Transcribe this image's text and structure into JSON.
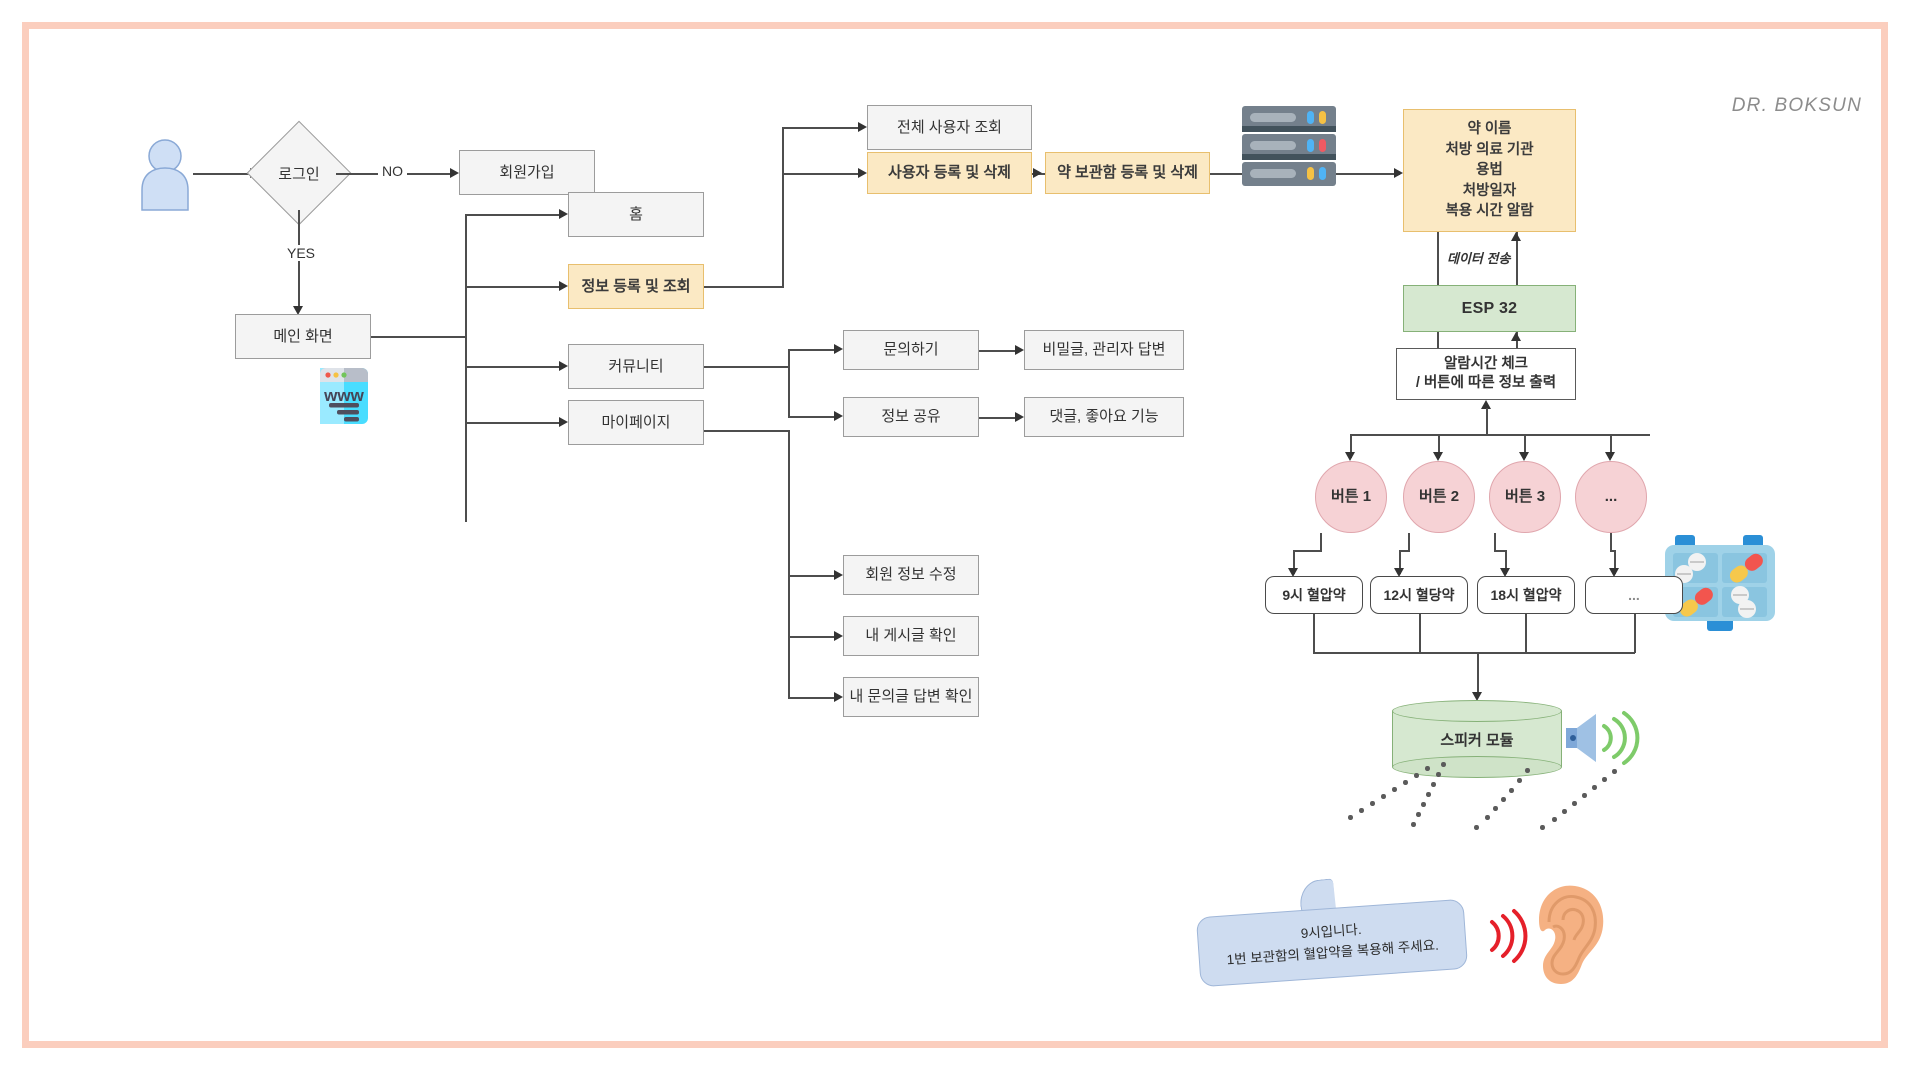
{
  "page": {
    "title": "DR. BOKSUN",
    "frame_color": "#fbcebe"
  },
  "colors": {
    "highlight_fill": "#fbe9c4",
    "highlight_border": "#e8bf6e",
    "node_fill": "#f4f4f4",
    "node_border": "#9c9c9c",
    "green_fill": "#d6e8d0",
    "green_border": "#86b178",
    "pink_fill": "#f6d2d5",
    "pink_border": "#e0a6ad",
    "bubble_fill": "#cedcf0"
  },
  "icons": {
    "user": "user-avatar-icon",
    "website": "www-browser-icon",
    "server": "server-rack-icon",
    "pillbox": "pill-box-icon",
    "speaker": "speaker-sound-icon",
    "ear": "ear-listening-icon"
  },
  "flow": {
    "decision_login": "로그인",
    "edge_no": "NO",
    "edge_yes": "YES",
    "signup": "회원가입",
    "main_screen": "메인 화면",
    "menu": {
      "home": "홈",
      "info_register": "정보 등록 및 조회",
      "community": "커뮤니티",
      "mypage": "마이페이지"
    },
    "info_children": {
      "user_list": "전체 사용자 조회",
      "user_crud": "사용자 등록 및 삭제",
      "box_crud": "약 보관함 등록 및 삭제"
    },
    "community_children": [
      {
        "label": "문의하기",
        "result": "비밀글, 관리자 답변"
      },
      {
        "label": "정보 공유",
        "result": "댓글, 좋아요 기능"
      }
    ],
    "mypage_children": [
      "회원 정보 수정",
      "내 게시글 확인",
      "내 문의글 답변 확인"
    ]
  },
  "device": {
    "med_info": "약 이름\n처방 의료 기관\n용법\n처방일자\n복용 시간 알람",
    "data_transfer_label": "데이터 전송",
    "esp32": "ESP 32",
    "alarm_check": "알람시간 체크\n/ 버튼에 따른 정보 출력",
    "buttons": [
      "버튼 1",
      "버튼 2",
      "버튼 3",
      "..."
    ],
    "slots": [
      "9시 혈압약",
      "12시 혈당약",
      "18시 혈압약",
      "..."
    ],
    "speaker_module": "스피커 모듈",
    "speech": "9시입니다.\n1번 보관함의 혈압약을 복용해 주세요."
  }
}
